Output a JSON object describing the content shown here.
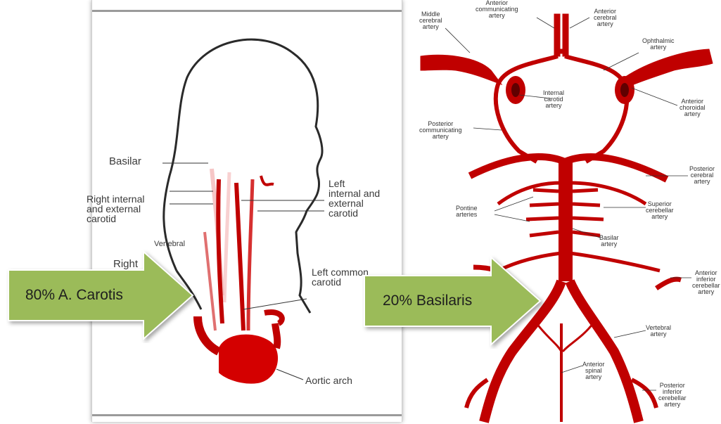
{
  "left_diagram": {
    "labels": {
      "basilar": "Basilar",
      "right_internal": "Right internal\nand external\ncarotid",
      "left_internal": "Left\ninternal and\nexternal\ncarotid",
      "vertebral": "Vertebral",
      "right_common": "Right",
      "left_common": "Left common\ncarotid",
      "aortic_arch": "Aortic arch"
    }
  },
  "right_diagram": {
    "labels": {
      "middle_cerebral": "Middle\ncerebral\nartery",
      "anterior_communicating": "Anterior\ncommunicating\nartery",
      "anterior_cerebral": "Anterior\ncerebral\nartery",
      "ophthalmic": "Ophthalmic\nartery",
      "internal_carotid": "Internal\ncarotid\nartery",
      "anterior_choroidal": "Anterior\nchoroidal\nartery",
      "posterior_communicating": "Posterior\ncommunicating\nartery",
      "posterior_cerebral": "Posterior\ncerebral\nartery",
      "pontine": "Pontine\narteries",
      "superior_cerebellar": "Superior\ncerebellar\nartery",
      "basilar": "Basilar\nartery",
      "anterior_inferior_cerebellar": "Anterior\ninferior\ncerebellar\nartery",
      "vertebral": "Vertebral\nartery",
      "anterior_spinal": "Anterior\nspinal\nartery",
      "posterior_inferior_cerebellar": "Posterior\ninferior\ncerebellar\nartery"
    }
  },
  "callouts": {
    "carotis": "80% A. Carotis",
    "basilaris": "20% Basilaris"
  },
  "colors": {
    "arrow_fill": "#9bbb59",
    "arrow_stroke": "#ffffff",
    "artery_red": "#c00000",
    "outline": "#2a2a2a"
  }
}
